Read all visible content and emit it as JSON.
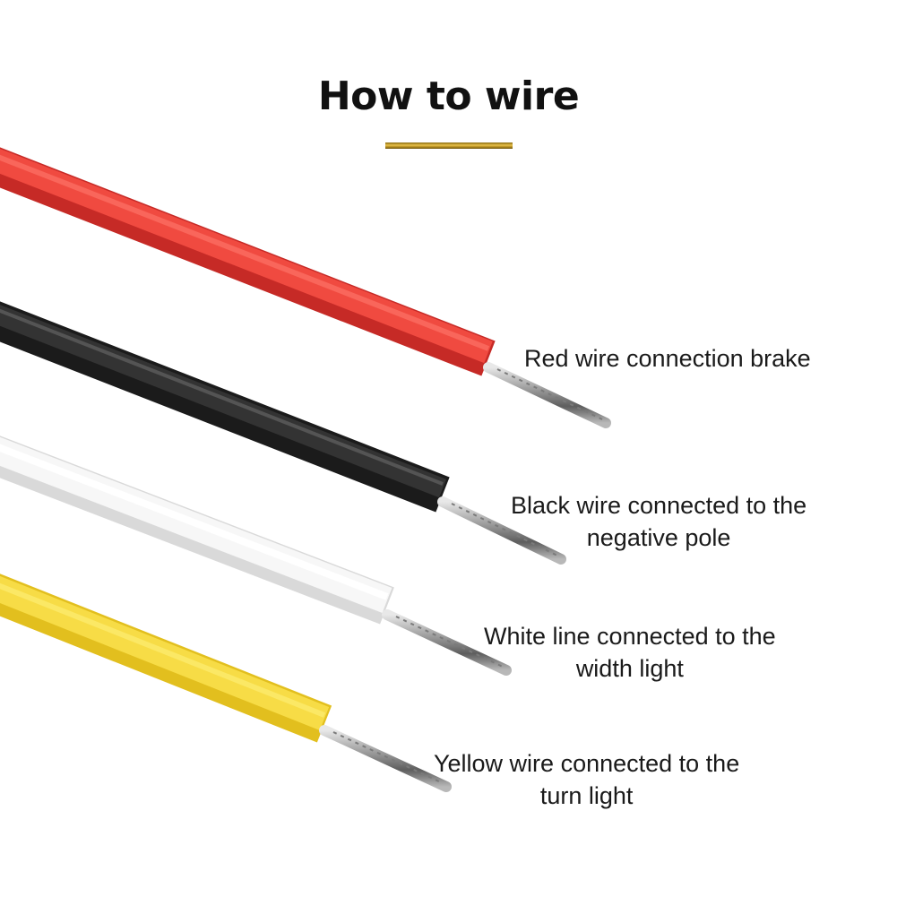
{
  "title": "How to wire",
  "accent_color": "#d4af37",
  "wires": [
    {
      "color": "#ee3b36",
      "line1": "Red wire connection brake",
      "line2": ""
    },
    {
      "color": "#2b2b2b",
      "line1": "Black wire connected to the",
      "line2": "negative pole"
    },
    {
      "color": "#f3f3f3",
      "line1": "White line connected to the",
      "line2": "width light"
    },
    {
      "color": "#f3d63e",
      "line1": "Yellow wire connected to the",
      "line2": "turn light"
    }
  ]
}
